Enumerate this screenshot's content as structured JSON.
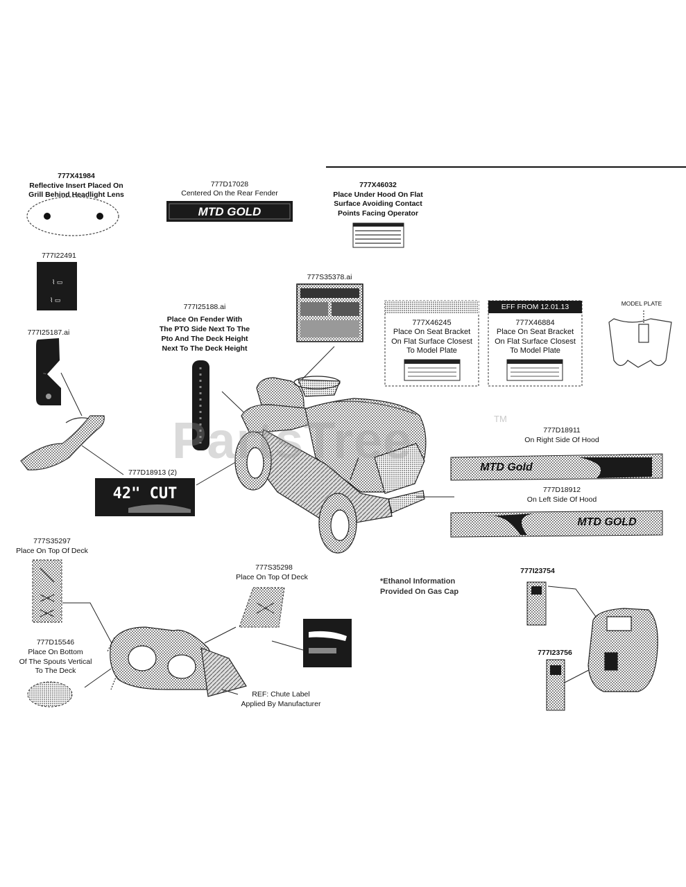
{
  "header_rule": true,
  "watermark": {
    "text": "PartsTree",
    "tm": "TM"
  },
  "parts": {
    "p41984": {
      "num": "777X41984",
      "desc": [
        "Reflective Insert Placed On",
        "Grill Behind Headlight Lens"
      ]
    },
    "p17028": {
      "num": "777D17028",
      "desc": [
        "Centered On the Rear Fender"
      ],
      "logo": "MTD GOLD"
    },
    "p46032": {
      "num": "777X46032",
      "desc": [
        "Place Under Hood On Flat",
        "Surface Avoiding Contact",
        "Points Facing Operator"
      ]
    },
    "p22491": {
      "num": "777I22491"
    },
    "p35378": {
      "num": "777S35378.ai"
    },
    "p46245": {
      "num": "777X46245",
      "desc": [
        "Place On Seat Bracket",
        "On Flat Surface Closest",
        "To Model Plate"
      ]
    },
    "p46884": {
      "eff": "EFF FROM 12.01.13",
      "num": "777X46884",
      "desc": [
        "Place On Seat Bracket",
        "On Flat Surface Closest",
        "To Model Plate"
      ]
    },
    "model_plate": {
      "label": "MODEL PLATE"
    },
    "p25187": {
      "num": "777I25187.ai"
    },
    "p25188": {
      "num": "777I25188.ai",
      "desc": [
        "Place On Fender With",
        "The PTO Side Next To The",
        "Pto And The Deck Height",
        "Next To The Deck Height"
      ]
    },
    "p18913": {
      "num": "777D18913 (2)",
      "cut": "42\" CUT"
    },
    "p18911": {
      "num": "777D18911",
      "desc": [
        "On Right Side Of Hood"
      ],
      "logo": "MTD Gold"
    },
    "p18912": {
      "num": "777D18912",
      "desc": [
        "On Left Side Of Hood"
      ],
      "logo": "MTD GOLD"
    },
    "p35297": {
      "num": "777S35297",
      "desc": [
        "Place On Top Of Deck"
      ]
    },
    "p35298": {
      "num": "777S35298",
      "desc": [
        "Place On Top Of Deck"
      ]
    },
    "ethanol": {
      "desc": [
        "*Ethanol Information",
        "Provided On Gas Cap"
      ]
    },
    "p23754": {
      "num": "777I23754"
    },
    "p23756": {
      "num": "777I23756"
    },
    "p15546": {
      "num": "777D15546",
      "desc": [
        "Place On Bottom",
        "Of The Spouts Vertical",
        "To The Deck"
      ]
    },
    "chute": {
      "desc": [
        "REF: Chute Label",
        "Applied By Manufacturer"
      ]
    }
  }
}
